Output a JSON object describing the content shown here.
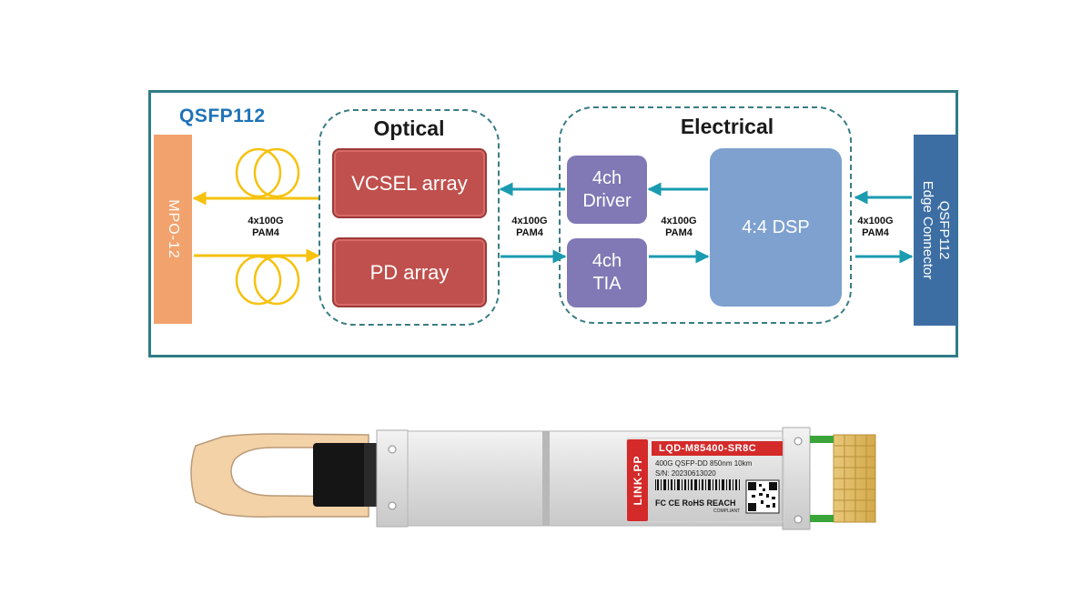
{
  "diagram": {
    "title": "QSFP112",
    "optical_title": "Optical",
    "electrical_title": "Electrical",
    "mpo_label": "MPO-12",
    "qsfp_label_line1": "QSFP112",
    "qsfp_label_line2": "Edge Connector",
    "vcsel_label": "VCSEL array",
    "pd_label": "PD array",
    "driver_line1": "4ch",
    "driver_line2": "Driver",
    "tia_line1": "4ch",
    "tia_line2": "TIA",
    "dsp_label": "4:4 DSP",
    "signal_line1": "4x100G",
    "signal_line2": "PAM4"
  },
  "transceiver": {
    "brand": "LINK-PP",
    "part_number": "LQD-M85400-SR8C",
    "description": "400G QSFP-DD 850nm 10km",
    "serial": "S/N:  20230613020",
    "certifications": "FC CE RoHS REACH",
    "compliant": "COMPLIANT"
  },
  "colors": {
    "frame": "#2f7c86",
    "title_blue": "#1f73b7",
    "mpo_orange": "#f2a26d",
    "qsfp_blue": "#3d6ea3",
    "optical_red": "#c0504d",
    "electrical_purple": "#8079b5",
    "dsp_blue": "#7ea1cf",
    "fiber_yellow": "#f5c20f",
    "signal_teal": "#1a9bb0",
    "brand_red": "#d42a2a"
  }
}
